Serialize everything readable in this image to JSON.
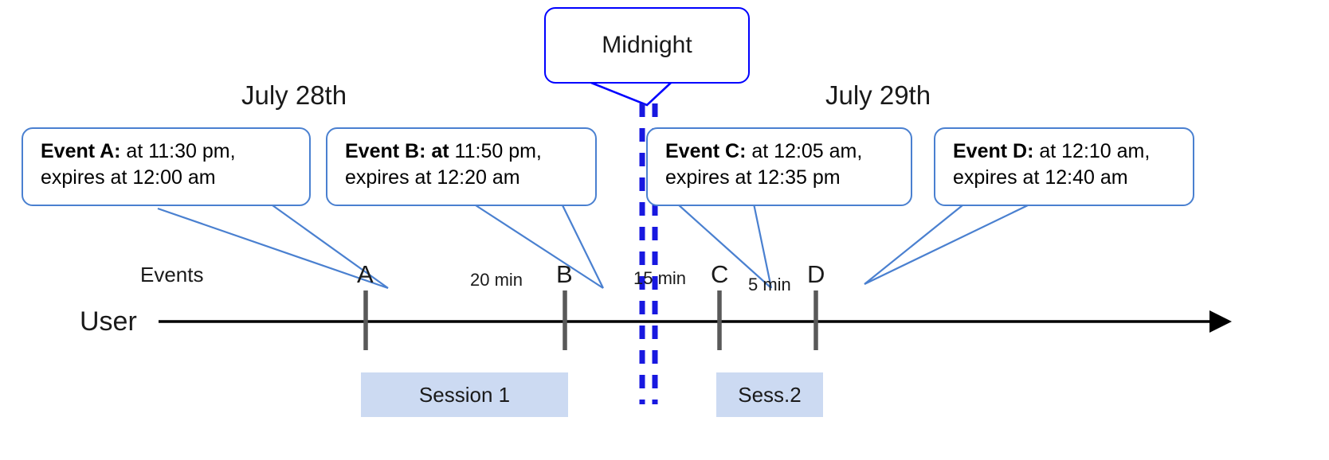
{
  "diagram": {
    "title_annotation": "Midnight",
    "dates": [
      {
        "label": "July 28th"
      },
      {
        "label": "July 29th"
      }
    ],
    "row_labels": {
      "events": "Events",
      "user": "User"
    },
    "events": [
      {
        "letter": "A",
        "lead": "Event A:",
        "rest": " at 11:30 pm,",
        "line2": "expires at 12:00 am"
      },
      {
        "letter": "B",
        "lead": "Event B: at",
        "rest": " 11:50 pm,",
        "line2": "expires at 12:20 am"
      },
      {
        "letter": "C",
        "lead": "Event C:",
        "rest": " at 12:05 am,",
        "line2": "expires at 12:35 pm"
      },
      {
        "letter": "D",
        "lead": "Event D:",
        "rest": "  at 12:10 am,",
        "line2": "expires at 12:40 am"
      }
    ],
    "gaps": [
      {
        "label": "20 min"
      },
      {
        "label": "15 min"
      },
      {
        "label": "5 min"
      }
    ],
    "sessions": [
      {
        "label": "Session 1"
      },
      {
        "label": "Sess.2"
      }
    ],
    "colors": {
      "callout_border": "#4a80d0",
      "midnight_border": "#0000ff",
      "session_fill": "#ccdaf2",
      "tick": "#595959",
      "axis": "#000000",
      "leader": "#4a80d0"
    }
  }
}
